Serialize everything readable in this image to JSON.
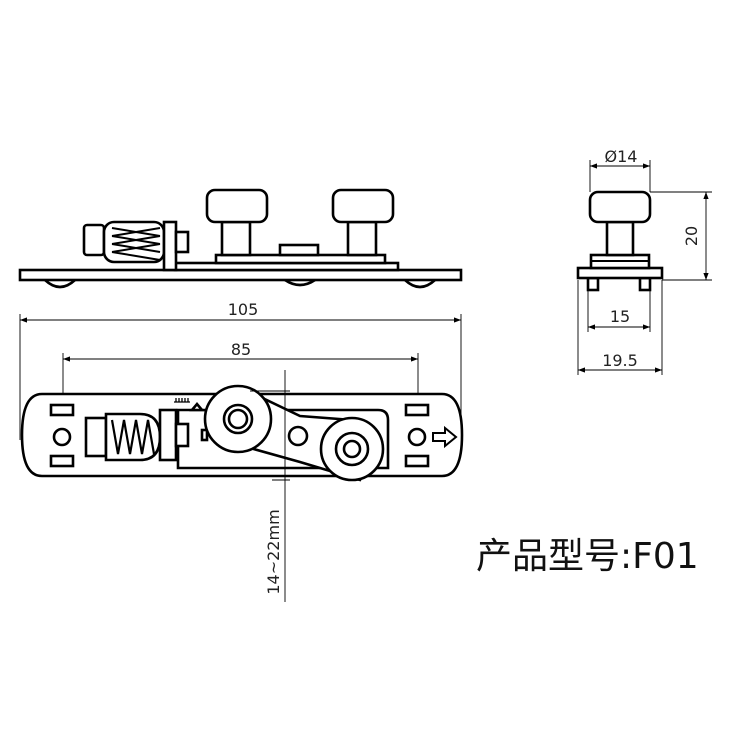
{
  "dimensions": {
    "length_overall": "105",
    "hole_spacing": "85",
    "knob_diameter": "Ø14",
    "height": "20",
    "foot_spacing": "15",
    "width": "19.5",
    "thickness_range": "14~22mm"
  },
  "product_label": "产品型号:F01"
}
